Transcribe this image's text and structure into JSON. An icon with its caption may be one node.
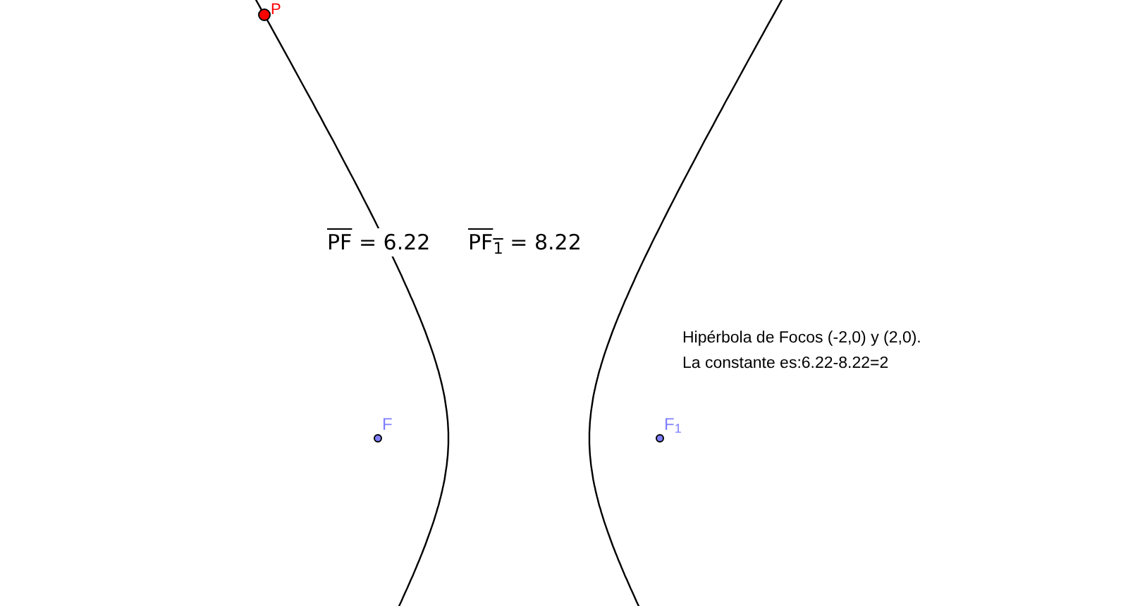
{
  "diagram": {
    "nodes": [
      {
        "text": [],
        "shape": "circle",
        "beside": [
          "P"
        ]
      },
      {
        "text": [],
        "shape": "circle",
        "beside": [
          "F"
        ]
      },
      {
        "text": [],
        "shape": "circle",
        "beside": [
          "F$_{1}$"
        ]
      }
    ],
    "labels": [
      "PF = 6.22",
      "PF$_{1}$ = 8.22",
      "Hipérbola de Focos (-2,0) y (2,0).",
      "La constante es:6.22-8.22=2"
    ]
  }
}
